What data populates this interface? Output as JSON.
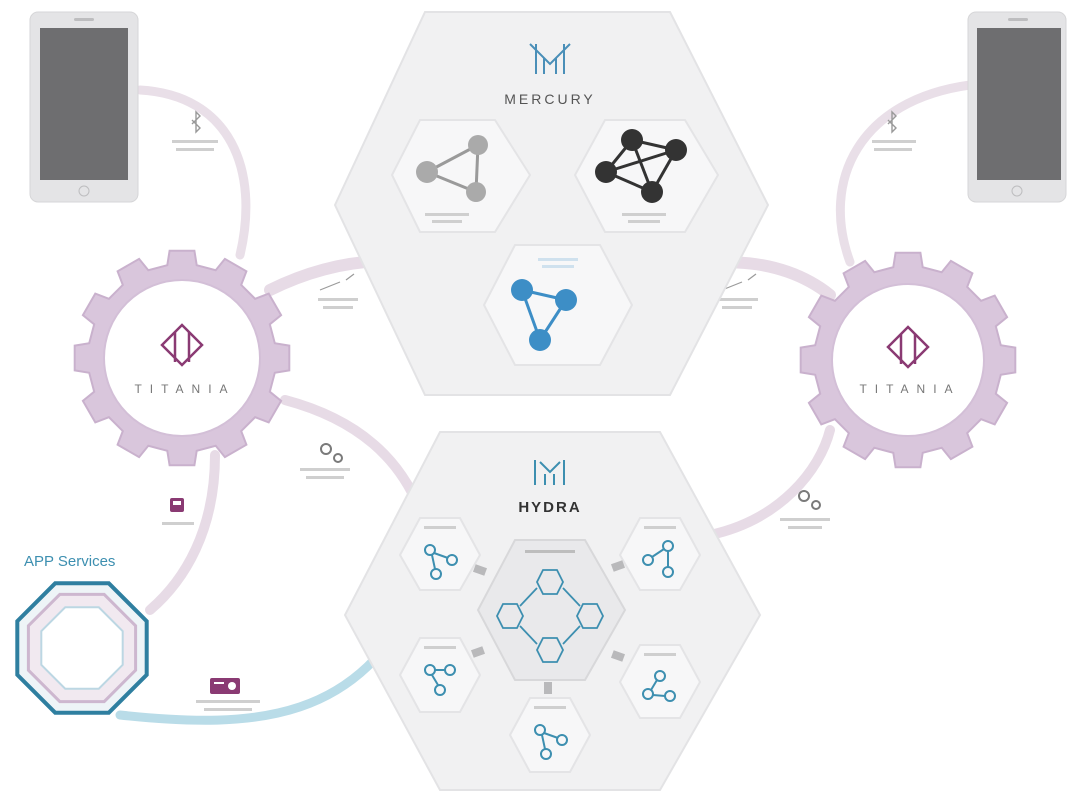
{
  "colors": {
    "gear": "#d9c6dc",
    "gear_edge": "#c9b1cd",
    "titania_mark": "#8a3a73",
    "mercury_mark": "#4a8fb8",
    "hydra_mark": "#3d8fb0",
    "hex_bg": "#f1f1f2",
    "hex_edge": "#e3e3e5",
    "connector_pink": "#e7dbe6",
    "connector_blue": "#b9dce8",
    "node_blue": "#3d8ec6",
    "node_gray": "#9a9a9a",
    "node_dark": "#333333",
    "app_ring": "#2f7fa0"
  },
  "mercury": {
    "title": "MERCURY",
    "icon": "mercury-logo-icon"
  },
  "hydra": {
    "title": "HYDRA",
    "icon": "hydra-logo-icon"
  },
  "titania_left": {
    "title": "TITANIA",
    "icon": "titania-logo-icon"
  },
  "titania_right": {
    "title": "TITANIA",
    "icon": "titania-logo-icon"
  },
  "app_services": {
    "title": "APP Services",
    "icon": "octagon-ring-icon"
  },
  "icons": {
    "phone": "smartphone-icon",
    "bluetooth": "bluetooth-icon",
    "gears": "gears-icon",
    "wifi": "signal-icon",
    "device": "device-icon",
    "radio": "radio-icon",
    "network": "network-icon"
  }
}
